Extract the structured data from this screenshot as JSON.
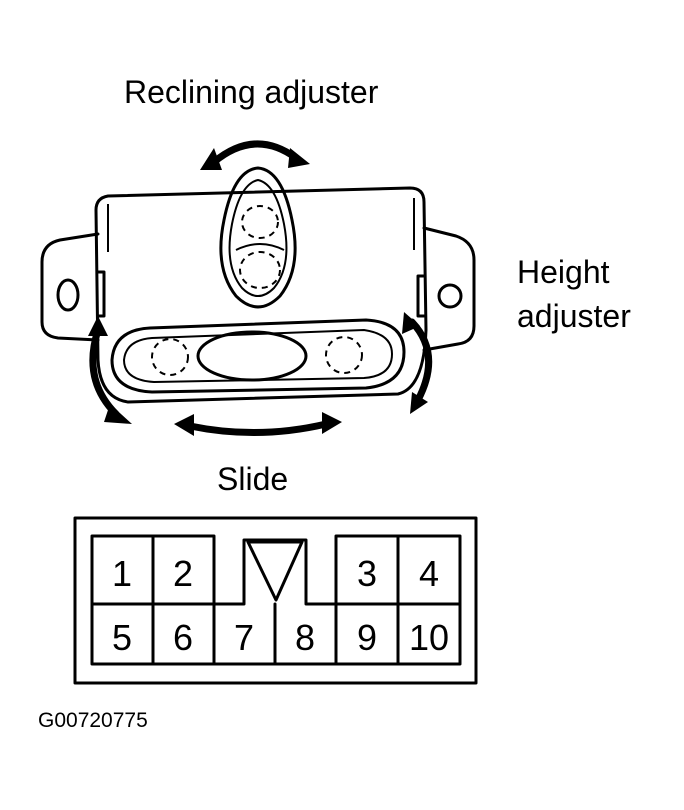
{
  "labels": {
    "reclining": "Reclining adjuster",
    "height_line1": "Height",
    "height_line2": "adjuster",
    "slide": "Slide",
    "figure_code": "G00720775"
  },
  "connector": {
    "top_row": [
      "1",
      "2",
      "3",
      "4"
    ],
    "bottom_row": [
      "5",
      "6",
      "7",
      "8",
      "9",
      "10"
    ]
  }
}
